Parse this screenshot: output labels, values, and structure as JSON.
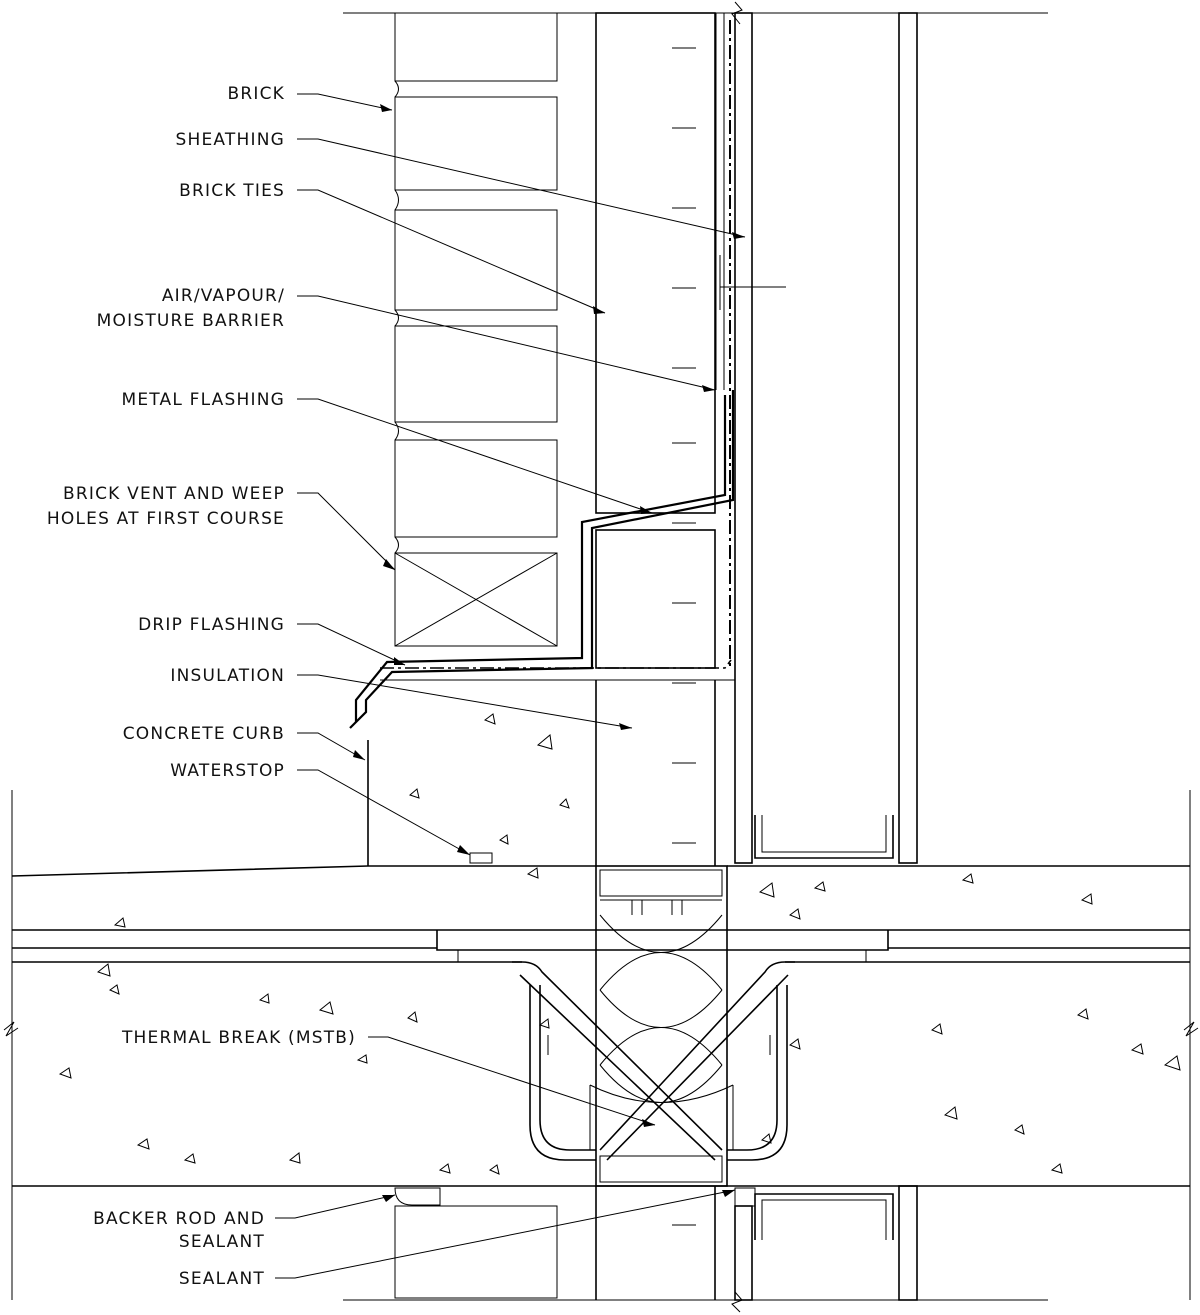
{
  "labels": {
    "brick": "BRICK",
    "sheathing": "SHEATHING",
    "brick_ties": "BRICK TIES",
    "air_barrier_1": "AIR/VAPOUR/",
    "air_barrier_2": "MOISTURE BARRIER",
    "metal_flashing": "METAL FLASHING",
    "brick_vent_1": "BRICK VENT AND WEEP",
    "brick_vent_2": "HOLES AT FIRST COURSE",
    "drip_flashing": "DRIP FLASHING",
    "insulation": "INSULATION",
    "concrete_curb": "CONCRETE CURB",
    "waterstop": "WATERSTOP",
    "thermal_break": "THERMAL BREAK (MSTB)",
    "backer_rod_1": "BACKER ROD AND",
    "backer_rod_2": "SEALANT",
    "sealant": "SEALANT"
  }
}
